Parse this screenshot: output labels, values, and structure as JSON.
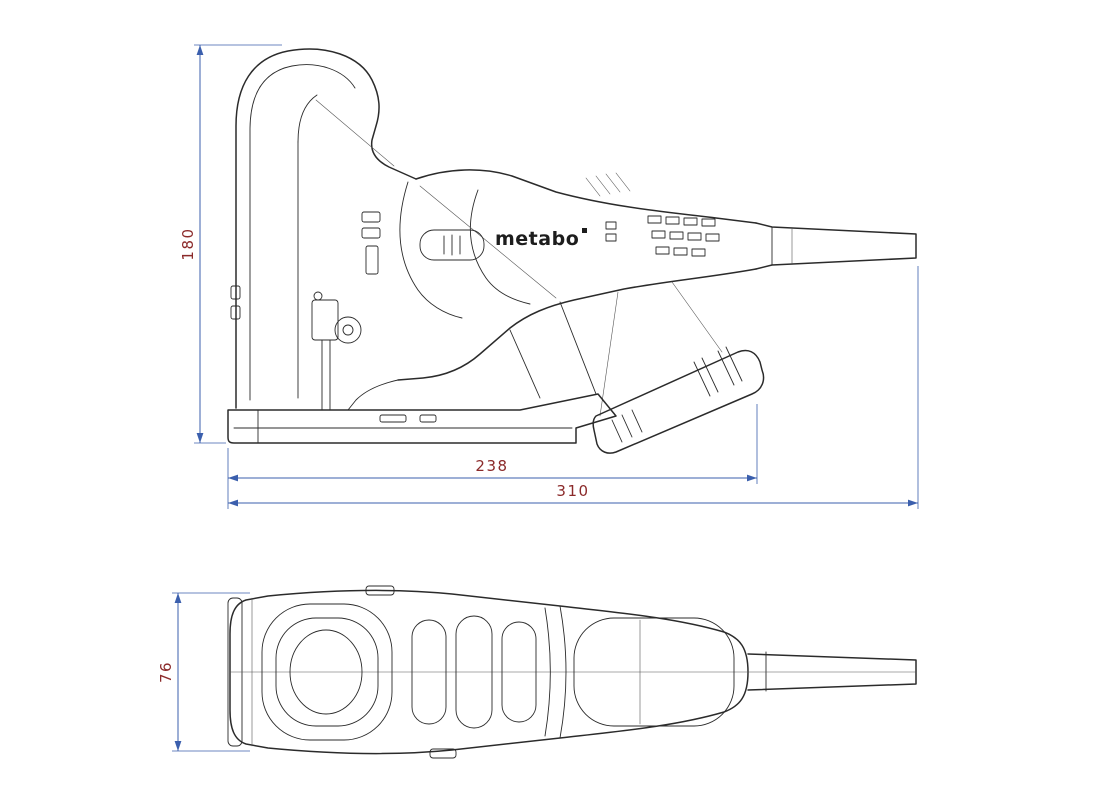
{
  "drawing": {
    "brand_label": "metabo",
    "dimensions": {
      "height": "180",
      "length_partial": "238",
      "length_total": "310",
      "width": "76"
    },
    "colors": {
      "dimension_line": "#3b5fad",
      "dimension_text": "#8b2a2a",
      "outline": "#2b2b2b",
      "background": "#ffffff"
    }
  }
}
